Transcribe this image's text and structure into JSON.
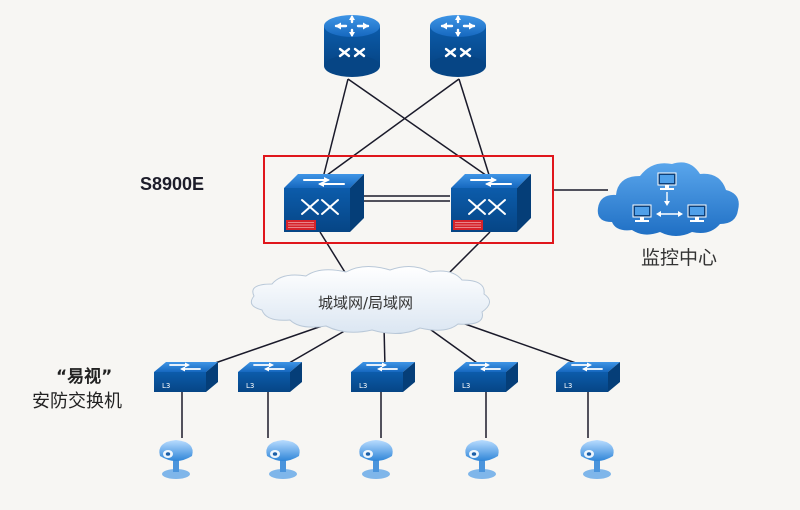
{
  "labels": {
    "core_model": "S8900E",
    "monitor_center": "监控中心",
    "network": "城域网/局域网",
    "edge_brand": "“易视”",
    "edge_desc": "安防交换机",
    "l3_tag": "L3"
  },
  "colors": {
    "background": "#f7f6f3",
    "device_blue": "#0b5aa6",
    "highlight_red": "#e0161b",
    "cloud_blue": "#2f7fd1"
  },
  "icons": [
    "router-icon",
    "core-switch-icon",
    "access-switch-icon",
    "camera-icon",
    "computer-icon",
    "cloud-icon"
  ]
}
